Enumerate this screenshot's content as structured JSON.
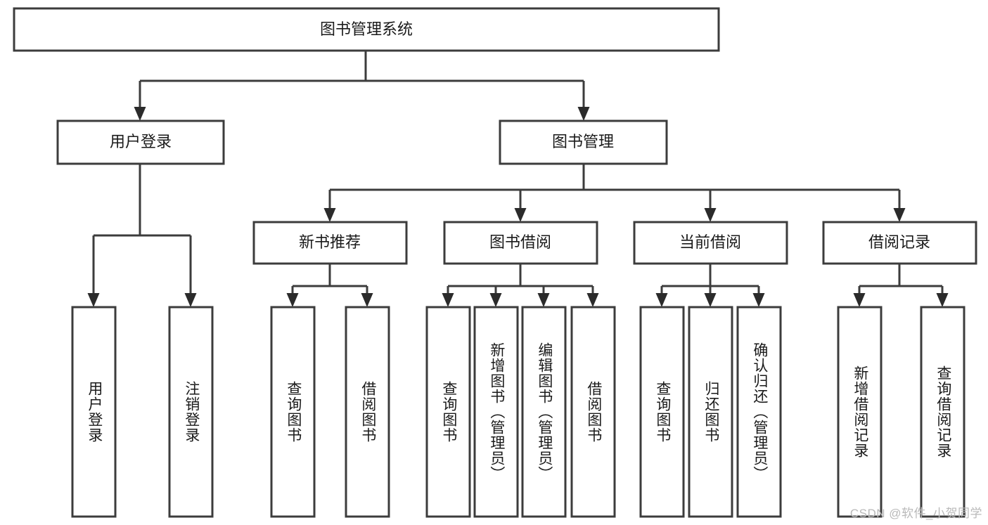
{
  "diagram": {
    "title": "图书管理系统",
    "type": "tree-hierarchy",
    "orientation": "top-down",
    "root": {
      "label": "图书管理系统"
    },
    "level2": [
      {
        "label": "用户登录"
      },
      {
        "label": "图书管理"
      }
    ],
    "level3": [
      {
        "label": "新书推荐"
      },
      {
        "label": "图书借阅"
      },
      {
        "label": "当前借阅"
      },
      {
        "label": "借阅记录"
      }
    ],
    "leaves": {
      "user_login": [
        {
          "label": "用户登录"
        },
        {
          "label": "注销登录"
        }
      ],
      "new_book_recommend": [
        {
          "label": "查询图书"
        },
        {
          "label": "借阅图书"
        }
      ],
      "book_borrow": [
        {
          "label": "查询图书"
        },
        {
          "label": "新增图书（管理员）"
        },
        {
          "label": "编辑图书（管理员）"
        },
        {
          "label": "借阅图书"
        }
      ],
      "current_borrow": [
        {
          "label": "查询图书"
        },
        {
          "label": "归还图书"
        },
        {
          "label": "确认归还（管理员）"
        }
      ],
      "borrow_record": [
        {
          "label": "新增借阅记录"
        },
        {
          "label": "查询借阅记录"
        }
      ]
    }
  },
  "watermark": {
    "text": "CSDN @软件_小贺同学"
  },
  "colors": {
    "background": "#ffffff",
    "box_fill": "#ffffff",
    "box_stroke": "#3c3c3c",
    "connector": "#3c3c3c",
    "text": "#1a1a1a",
    "watermark": "#b9b9b9"
  }
}
